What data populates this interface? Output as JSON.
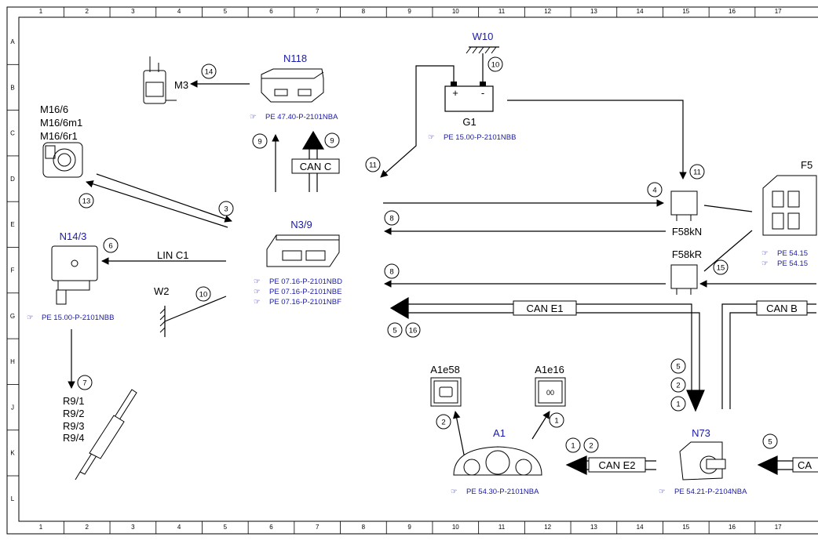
{
  "grid": {
    "columns": [
      "1",
      "2",
      "3",
      "4",
      "5",
      "6",
      "7",
      "8",
      "9",
      "10",
      "11",
      "12",
      "13",
      "14",
      "15",
      "16",
      "17"
    ],
    "rows": [
      "A",
      "B",
      "C",
      "D",
      "E",
      "F",
      "G",
      "H",
      "J",
      "K",
      "L"
    ]
  },
  "components": {
    "n118": {
      "name": "N118",
      "ref": "PE 47.40-P-2101NBA"
    },
    "w10": {
      "name": "W10"
    },
    "g1": {
      "name": "G1",
      "ref": "PE 15.00-P-2101NBB",
      "plus": "+",
      "minus": "-"
    },
    "m3": {
      "name": "M3"
    },
    "m16": {
      "names": [
        "M16/6",
        "M16/6m1",
        "M16/6r1"
      ]
    },
    "n3_9": {
      "name": "N3/9",
      "refs": [
        "PE 07.16-P-2101NBD",
        "PE 07.16-P-2101NBE",
        "PE 07.16-P-2101NBF"
      ]
    },
    "n14_3": {
      "name": "N14/3",
      "ref": "PE 15.00-P-2101NBB"
    },
    "w2": {
      "name": "W2"
    },
    "r9": {
      "names": [
        "R9/1",
        "R9/2",
        "R9/3",
        "R9/4"
      ]
    },
    "f58kn": {
      "name": "F58kN"
    },
    "f58kr": {
      "name": "F58kR"
    },
    "f5": {
      "name": "F5",
      "refs": [
        "PE 54.15",
        "PE 54.15"
      ]
    },
    "a1e58": {
      "name": "A1e58"
    },
    "a1e16": {
      "name": "A1e16",
      "glyph": "00"
    },
    "a1": {
      "name": "A1",
      "ref": "PE 54.30-P-2101NBA"
    },
    "n73": {
      "name": "N73",
      "ref": "PE 54.21-P-2104NBA"
    }
  },
  "buses": {
    "can_c": "CAN C",
    "can_e1": "CAN E1",
    "can_b": "CAN B",
    "can_e2": "CAN E2",
    "can_e2_right": "CA",
    "lin_c1": "LIN C1"
  },
  "callouts": {
    "n14_m3": "14",
    "n10_w10": "10",
    "n9a": "9",
    "n9b": "9",
    "n11_left": "11",
    "n11_right": "11",
    "n13": "13",
    "n3": "3",
    "n4": "4",
    "n6": "6",
    "n8a": "8",
    "n8b": "8",
    "n10_w2": "10",
    "n15": "15",
    "n5a": "5",
    "n16": "16",
    "n5b": "5",
    "n2a": "2",
    "n1a": "1",
    "n7": "7",
    "n2b": "2",
    "n1b": "1",
    "n1c": "1",
    "n2c": "2",
    "n5c": "5"
  },
  "colors": {
    "blue_label": "#1a1aa6",
    "line": "#000000"
  }
}
